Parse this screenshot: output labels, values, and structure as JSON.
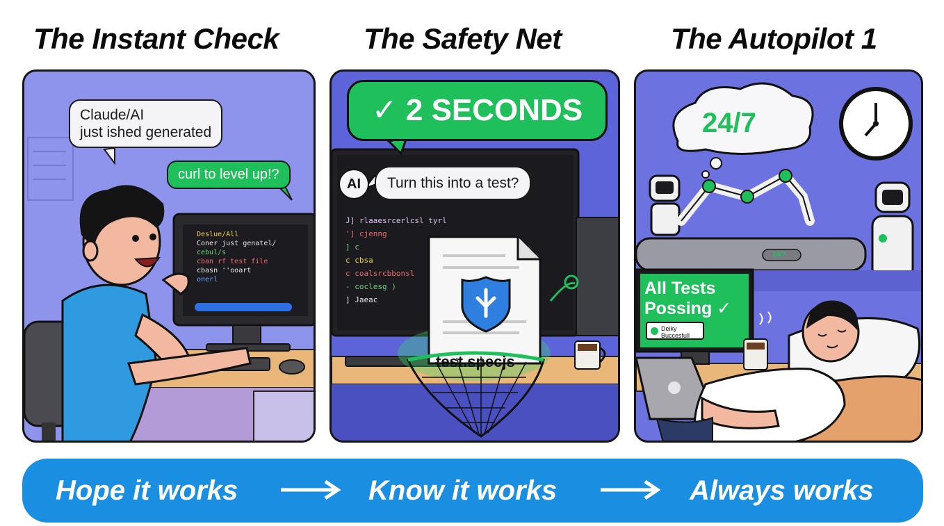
{
  "titles": [
    "The Instant Check",
    "The Safety Net",
    "The Autopilot 1"
  ],
  "panel1": {
    "bubble_line1": "Claude/AI",
    "bubble_line2": "just ished generated",
    "green_bubble": "curl to level up!?",
    "code_lines": [
      "Deslue/All",
      "Coner just genatel/",
      "cebul/s",
      "cban rf test file",
      "cbasn ''ooart",
      "onerl"
    ]
  },
  "panel2": {
    "banner": "✓ 2 SECONDS",
    "ai_badge": "AI",
    "question": "Turn this into a test?",
    "code_lines": [
      "J] rlaaesrcerlcsl tyrl",
      "'] cjenng",
      "] c",
      "c cbsa",
      "c coalsrcbbonsl",
      "- coclesg )",
      "] Jaeac"
    ],
    "file_label": "test.specjs"
  },
  "panel3": {
    "thought": "24/7",
    "pipe_label": "24/7",
    "monitor_line1": "All Tests",
    "monitor_line2": "Possing ✓",
    "status_line1": "Deiky",
    "status_line2": "Buccesfull"
  },
  "footer": {
    "step1": "Hope it works",
    "step2": "Know it works",
    "step3": "Always works"
  },
  "colors": {
    "accent_green": "#1fbf5b",
    "footer_blue": "#1a8ee0",
    "panel_purple": "#8e93ec"
  }
}
